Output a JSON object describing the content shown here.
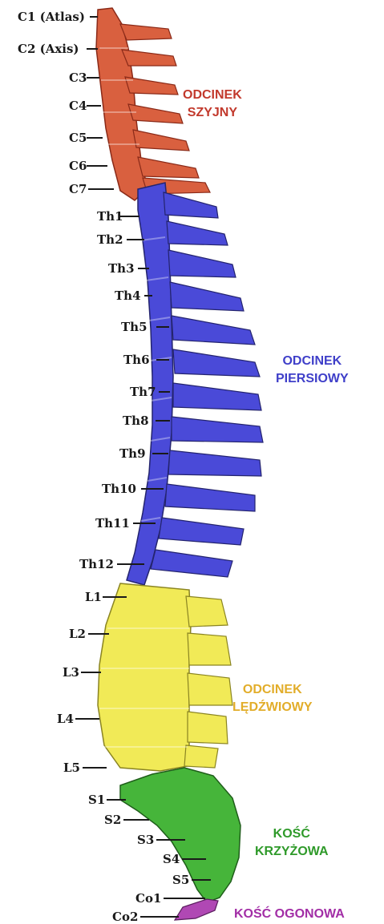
{
  "colors": {
    "cervical": "#d9603f",
    "thoracic": "#4a4ad8",
    "lumbar": "#f1ea57",
    "sacral": "#46b53a",
    "coccyx": "#b048b4",
    "cervical_text": "#c2392c",
    "thoracic_text": "#3f3fc9",
    "lumbar_text": "#e2ad2a",
    "sacral_text": "#2f9a2a",
    "coccyx_text": "#a22ea6"
  },
  "vertebra_labels": [
    "C1 (Atlas)",
    "C2 (Axis)",
    "C3",
    "C4",
    "C5",
    "C6",
    "C7",
    "Th1",
    "Th2",
    "Th3",
    "Th4",
    "Th5",
    "Th6",
    "Th7",
    "Th8",
    "Th9",
    "Th10",
    "Th11",
    "Th12",
    "L1",
    "L2",
    "L3",
    "L4",
    "L5",
    "S1",
    "S2",
    "S3",
    "S4",
    "S5",
    "Co1",
    "Co2"
  ],
  "regions": {
    "cervical": [
      "ODCINEK",
      "SZYJNY"
    ],
    "thoracic": [
      "ODCINEK",
      "PIERSIOWY"
    ],
    "lumbar": [
      "ODCINEK",
      "LĘDŹWIOWY"
    ],
    "sacral": [
      "KOŚĆ",
      "KRZYŻOWA"
    ],
    "coccyx": [
      "KOŚĆ OGONOWA"
    ]
  }
}
